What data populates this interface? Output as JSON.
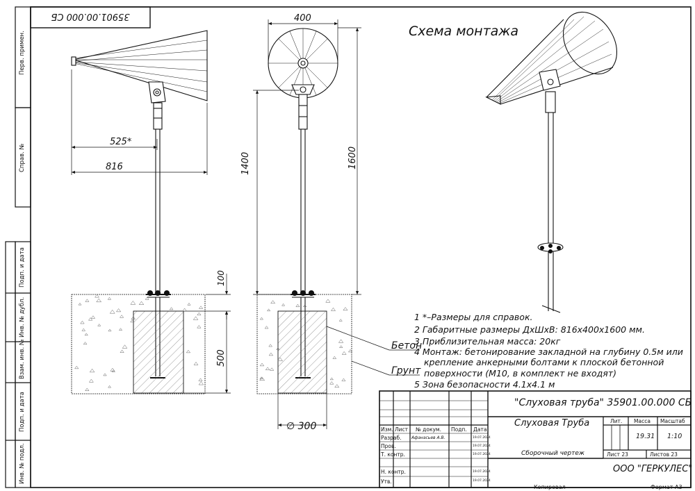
{
  "doc_code_top": "35901.00.000 СБ",
  "schema_title": "Схема монтажа",
  "sidebar": {
    "perv_primen": "Перв. примен.",
    "sprav_no": "Справ. №",
    "podp_data": "Подп. и дата",
    "inv_dubl": "Инв. № дубл.",
    "vzam_inv": "Взам. инв. №",
    "podp_data2": "Подп. и дата",
    "inv_podl": "Инв. № подл."
  },
  "dims": {
    "d525": "525*",
    "d816": "816",
    "d400": "400",
    "d1400": "1400",
    "d1600": "1600",
    "d100": "100",
    "d500": "500",
    "d300": "∅ 300"
  },
  "labels": {
    "beton": "Бетон",
    "grunt": "Грунт"
  },
  "notes": [
    "1  *–Размеры для справок.",
    "2  Габаритные размеры ДхШхВ: 816х400х1600 мм.",
    "3  Приблизительная масса: 20кг",
    "4  Монтаж: бетонирование закладной на глубину 0.5м или",
    "крепление анкерными болтами к плоской бетонной",
    "поверхности (М10, в комплект не входят)",
    "5  Зона безопасности 4.1х4.1 м"
  ],
  "title_block": {
    "doc_code": "\"Слуховая труба\" 35901.00.000 СБ",
    "product_name": "Слуховая Труба",
    "doc_type": "Сборочный чертеж",
    "lit_header": "Лит.",
    "mass_header": "Масса",
    "scale_header": "Масштаб",
    "mass": "19.31",
    "scale": "1:10",
    "sheet": "Лист 23",
    "sheets": "Листов 23",
    "company": "ООО \"ГЕРКУЛЕС\"",
    "col_izm": "Изм.",
    "col_list": "Лист",
    "col_dokum": "№ докум.",
    "col_podp": "Подп.",
    "col_data": "Дата",
    "row_razrab": "Разраб.",
    "row_prov": "Пров.",
    "row_tkontr": "Т. контр.",
    "row_nkontr": "Н. контр.",
    "row_utv": "Утв.",
    "razrab_name": "Афанасьев А.В.",
    "dates": [
      "19.07.2024",
      "19.07.2024",
      "19.07.2024",
      "19.07.2024",
      "19.07.2024"
    ]
  },
  "footer": {
    "copied": "Копировал",
    "format": "Формат А3"
  }
}
